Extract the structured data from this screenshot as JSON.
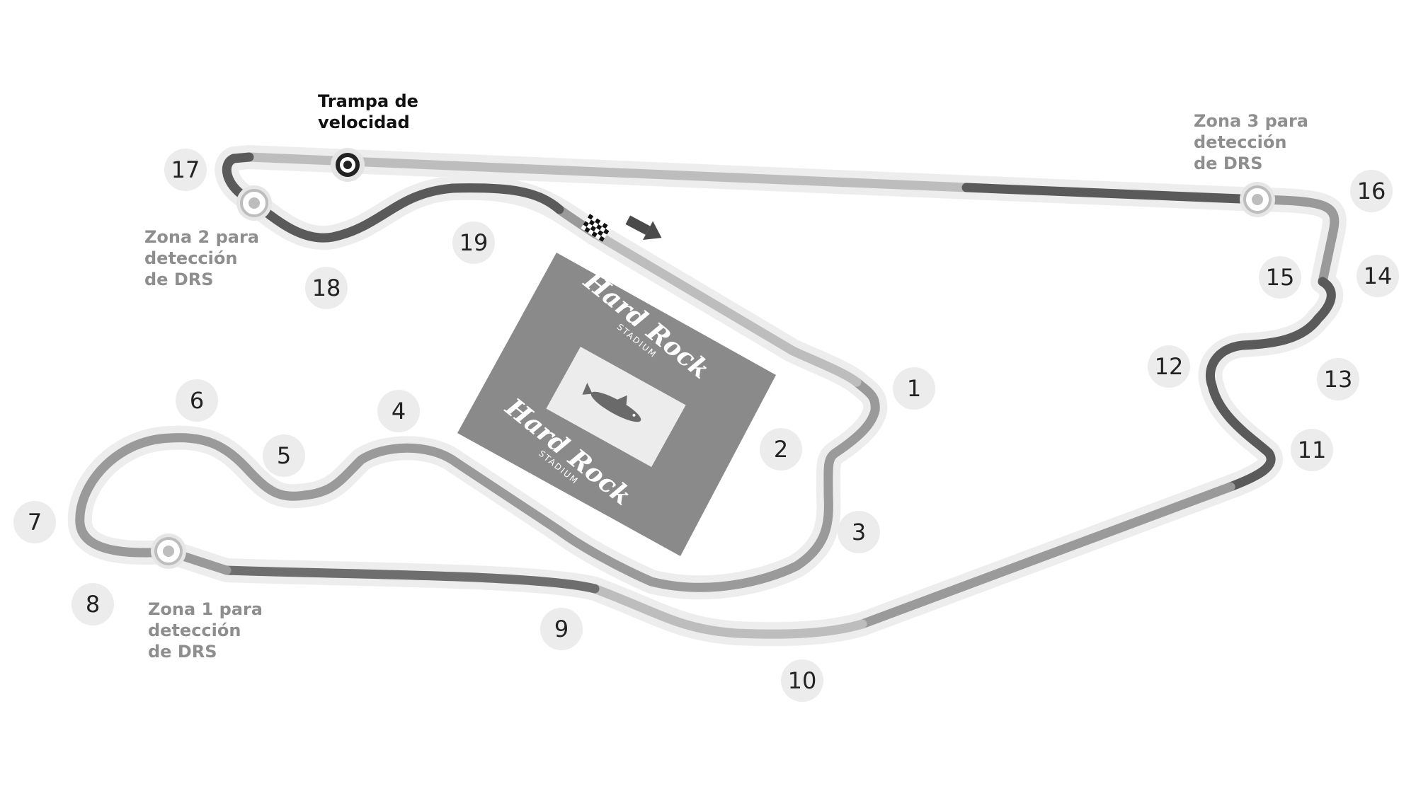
{
  "map": {
    "speed_trap": {
      "label_line1": "Trampa de",
      "label_line2": "velocidad"
    },
    "drs_detection_zones": [
      {
        "line1": "Zona 1 para",
        "line2": "detección",
        "line3": "de DRS"
      },
      {
        "line1": "Zona 2 para",
        "line2": "detección",
        "line3": "de DRS"
      },
      {
        "line1": "Zona 3 para",
        "line2": "detección",
        "line3": "de DRS"
      }
    ],
    "turns": [
      "1",
      "2",
      "3",
      "4",
      "5",
      "6",
      "7",
      "8",
      "9",
      "10",
      "11",
      "12",
      "13",
      "14",
      "15",
      "16",
      "17",
      "18",
      "19"
    ],
    "stadium": {
      "logo_top_line1": "Hard Rock",
      "logo_top_line2": "STADIUM",
      "logo_bottom_line1": "Hard Rock",
      "logo_bottom_line2": "STADIUM"
    },
    "colors": {
      "track_dark": "#5a5a5a",
      "track_mid": "#9a9a9a",
      "track_light": "#bdbdbd",
      "track_halo": "#ececec",
      "stadium": "#8a8a8a",
      "label_gray": "#8e8e8e"
    },
    "icons": [
      "checkered-flag-icon",
      "direction-arrow-icon",
      "speed-trap-icon",
      "drs-marker-icon",
      "dolphin-logo-icon"
    ]
  }
}
